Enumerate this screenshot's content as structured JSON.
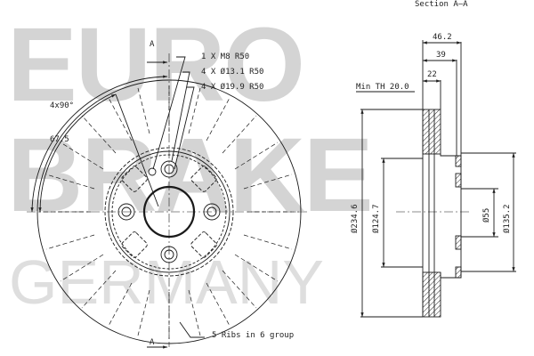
{
  "watermark": {
    "line1": "EURO",
    "line2": "BRAKE",
    "line3": "GERMANY",
    "color": "#d4d4d4"
  },
  "front_view": {
    "section_marker_top": "A",
    "section_marker_bottom": "A",
    "angle_label": "4x90°",
    "radius_label": "67.5",
    "callouts": [
      "1 X M8 R50",
      "4 X Ø13.1 R50",
      "4 X Ø19.9 R50"
    ],
    "ribs_note": "5 Ribs in 6 group"
  },
  "section_view": {
    "title": "Section A–A",
    "min_thickness": "Min TH 20.0",
    "widths": [
      "46.2",
      "39",
      "22"
    ],
    "diameters": {
      "outer": "Ø234.6",
      "hat": "Ø124.7",
      "center_bore": "Ø55",
      "hub": "Ø135.2"
    }
  },
  "colors": {
    "line": "#1a1a1a",
    "watermark": "#d4d4d4"
  }
}
